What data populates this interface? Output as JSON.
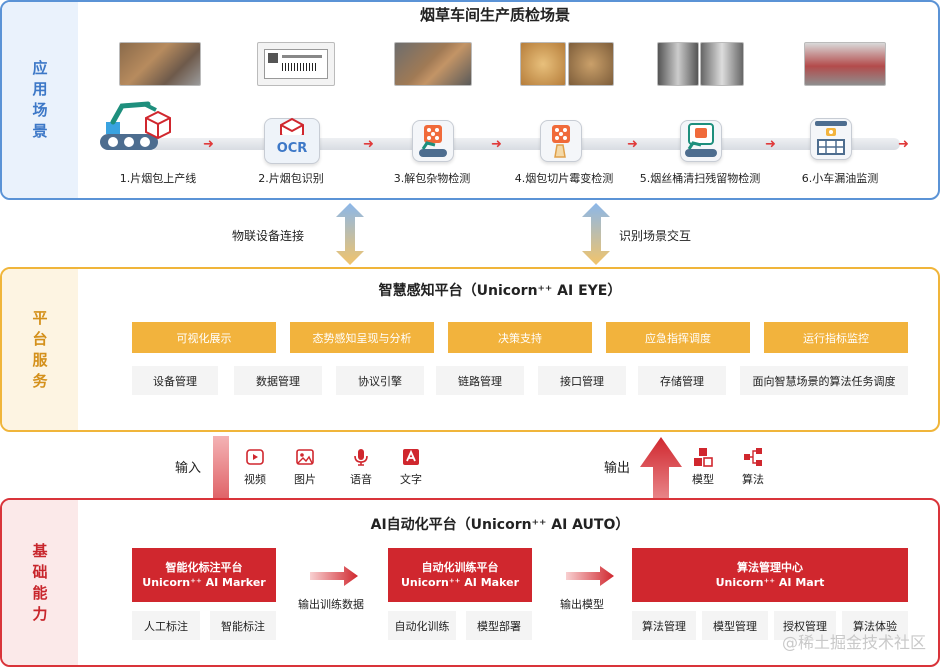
{
  "scene": {
    "side_label": "应用场景",
    "title": "烟草车间生产质检场景",
    "steps": [
      {
        "label": "1.片烟包上产线"
      },
      {
        "label": "2.片烟包识别",
        "icon_text": "OCR"
      },
      {
        "label": "3.解包杂物检测"
      },
      {
        "label": "4.烟包切片霉变检测"
      },
      {
        "label": "5.烟丝桶清扫残留物检测"
      },
      {
        "label": "6.小车漏油监测"
      }
    ]
  },
  "connectors": {
    "left": "物联设备连接",
    "right": "识别场景交互"
  },
  "platform": {
    "side_label": "平台服务",
    "title": "智慧感知平台（Unicorn⁺⁺ AI EYE）",
    "top_buttons": [
      "可视化展示",
      "态势感知呈现与分析",
      "决策支持",
      "应急指挥调度",
      "运行指标监控"
    ],
    "bottom_buttons": [
      "设备管理",
      "数据管理",
      "协议引擎",
      "链路管理",
      "接口管理",
      "存储管理",
      "面向智慧场景的算法任务调度"
    ]
  },
  "io": {
    "input_label": "输入",
    "output_label": "输出",
    "inputs": [
      {
        "label": "视频",
        "icon": "video-icon"
      },
      {
        "label": "图片",
        "icon": "image-icon"
      },
      {
        "label": "语音",
        "icon": "microphone-icon"
      },
      {
        "label": "文字",
        "icon": "text-icon"
      }
    ],
    "outputs": [
      {
        "label": "模型",
        "icon": "cubes-icon"
      },
      {
        "label": "算法",
        "icon": "flow-icon"
      }
    ],
    "colors": {
      "red": "#d0272e",
      "orange": "#f2b33d",
      "blue": "#5b93d6"
    }
  },
  "auto": {
    "side_label": "基础能力",
    "title": "AI自动化平台（Unicorn⁺⁺ AI AUTO）",
    "marker": {
      "line1": "智能化标注平台",
      "line2": "Unicorn⁺⁺ AI Marker",
      "subs": [
        "人工标注",
        "智能标注"
      ]
    },
    "maker": {
      "line1": "自动化训练平台",
      "line2": "Unicorn⁺⁺ AI Maker",
      "subs": [
        "自动化训练",
        "模型部署"
      ]
    },
    "mart": {
      "line1": "算法管理中心",
      "line2": "Unicorn⁺⁺ AI Mart",
      "subs": [
        "算法管理",
        "模型管理",
        "授权管理",
        "算法体验"
      ]
    },
    "flow1": "输出训练数据",
    "flow2": "输出模型"
  },
  "watermark": "@稀土掘金技术社区"
}
